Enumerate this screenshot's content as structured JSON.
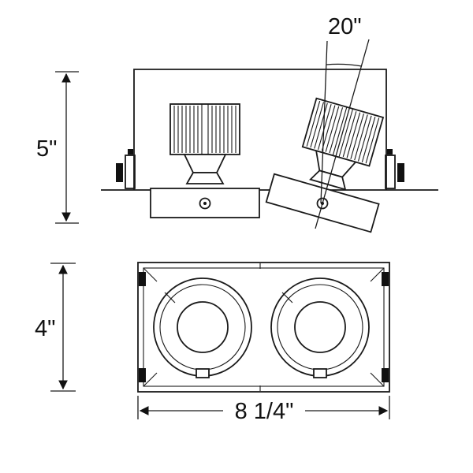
{
  "drawing": {
    "side_view": {
      "height_label": "5\"",
      "angle_label": "20\""
    },
    "bottom_view": {
      "height_label": "4\"",
      "width_label": "8 1/4\""
    }
  }
}
